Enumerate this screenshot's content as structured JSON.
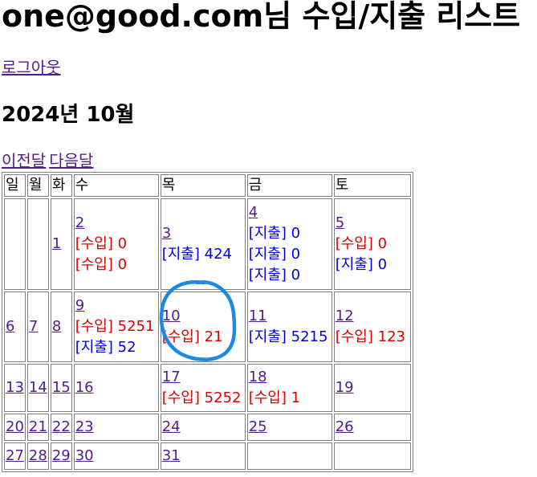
{
  "title": "one@good.com님 수입/지출 리스트",
  "logout_label": "로그아웃",
  "month_heading": "2024년 10월",
  "nav": {
    "prev_label": "이전달",
    "next_label": "다음달"
  },
  "weekdays": [
    "일",
    "월",
    "화",
    "수",
    "목",
    "금",
    "토"
  ],
  "weeks": [
    [
      null,
      null,
      {
        "day": "1",
        "entries": []
      },
      {
        "day": "2",
        "entries": [
          {
            "type": "income",
            "label": "[수입]",
            "amount": "0"
          },
          {
            "type": "income",
            "label": "[수입]",
            "amount": "0"
          }
        ]
      },
      {
        "day": "3",
        "entries": [
          {
            "type": "expense",
            "label": "[지출]",
            "amount": "424"
          }
        ]
      },
      {
        "day": "4",
        "entries": [
          {
            "type": "expense",
            "label": "[지출]",
            "amount": "0"
          },
          {
            "type": "expense",
            "label": "[지출]",
            "amount": "0"
          },
          {
            "type": "expense",
            "label": "[지출]",
            "amount": "0"
          }
        ]
      },
      {
        "day": "5",
        "entries": [
          {
            "type": "income",
            "label": "[수입]",
            "amount": "0"
          },
          {
            "type": "expense",
            "label": "[지출]",
            "amount": "0"
          }
        ]
      }
    ],
    [
      {
        "day": "6",
        "entries": []
      },
      {
        "day": "7",
        "entries": []
      },
      {
        "day": "8",
        "entries": []
      },
      {
        "day": "9",
        "entries": [
          {
            "type": "income",
            "label": "[수입]",
            "amount": "5251"
          },
          {
            "type": "expense",
            "label": "[지출]",
            "amount": "52"
          }
        ]
      },
      {
        "day": "10",
        "entries": [
          {
            "type": "income",
            "label": "[수입]",
            "amount": "21"
          }
        ]
      },
      {
        "day": "11",
        "entries": [
          {
            "type": "expense",
            "label": "[지출]",
            "amount": "5215"
          }
        ]
      },
      {
        "day": "12",
        "entries": [
          {
            "type": "income",
            "label": "[수입]",
            "amount": "123"
          }
        ]
      }
    ],
    [
      {
        "day": "13",
        "entries": []
      },
      {
        "day": "14",
        "entries": []
      },
      {
        "day": "15",
        "entries": []
      },
      {
        "day": "16",
        "entries": []
      },
      {
        "day": "17",
        "entries": [
          {
            "type": "income",
            "label": "[수입]",
            "amount": "5252"
          }
        ]
      },
      {
        "day": "18",
        "entries": [
          {
            "type": "income",
            "label": "[수입]",
            "amount": "1"
          }
        ]
      },
      {
        "day": "19",
        "entries": []
      }
    ],
    [
      {
        "day": "20",
        "entries": []
      },
      {
        "day": "21",
        "entries": []
      },
      {
        "day": "22",
        "entries": []
      },
      {
        "day": "23",
        "entries": []
      },
      {
        "day": "24",
        "entries": []
      },
      {
        "day": "25",
        "entries": []
      },
      {
        "day": "26",
        "entries": []
      }
    ],
    [
      {
        "day": "27",
        "entries": []
      },
      {
        "day": "28",
        "entries": []
      },
      {
        "day": "29",
        "entries": []
      },
      {
        "day": "30",
        "entries": []
      },
      {
        "day": "31",
        "entries": []
      },
      null,
      null
    ]
  ],
  "colors": {
    "income": "#e00000",
    "expense": "#0000e0",
    "link": "#551a8b",
    "annotation": "#1e88e5"
  }
}
